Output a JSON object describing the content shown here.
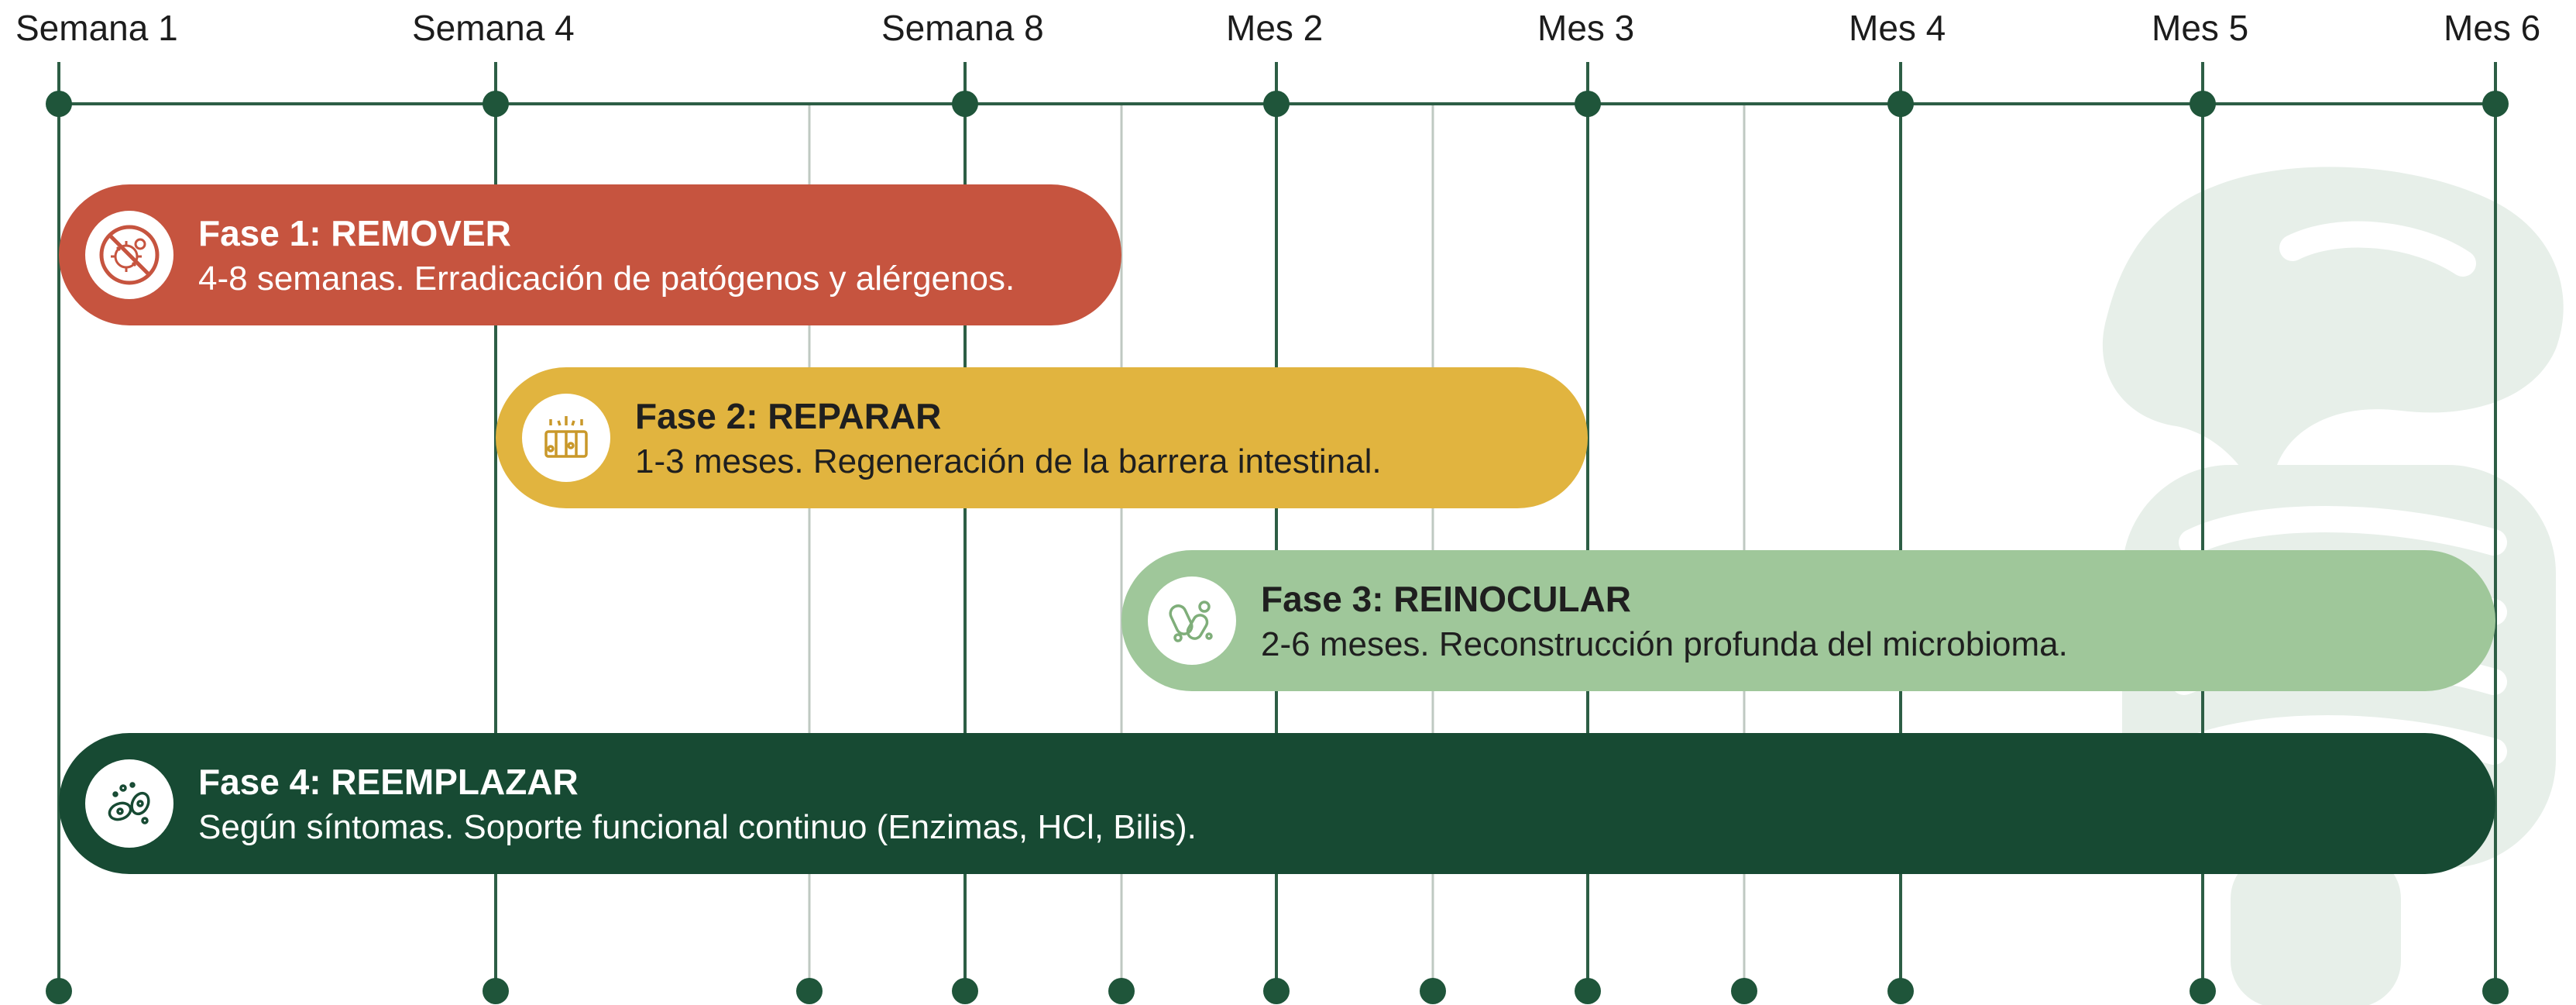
{
  "timeline": {
    "labels": [
      "Semana 1",
      "Semana 4",
      "Semana 8",
      "Mes 2",
      "Mes 3",
      "Mes 4",
      "Mes 5",
      "Mes 6"
    ]
  },
  "phases": [
    {
      "title": "Fase 1: REMOVER",
      "description": "4-8 semanas. Erradicación de patógenos y alérgenos.",
      "color": "#c6543f",
      "icon": "no-pathogen-icon"
    },
    {
      "title": "Fase 2: REPARAR",
      "description": "1-3 meses. Regeneración de la barrera intestinal.",
      "color": "#e1b43f",
      "icon": "intestinal-barrier-icon"
    },
    {
      "title": "Fase 3: REINOCULAR",
      "description": "2-6 meses. Reconstrucción profunda del microbioma.",
      "color": "#9fc79a",
      "icon": "bacteria-icon"
    },
    {
      "title": "Fase 4: REEMPLAZAR",
      "description": "Según síntomas. Soporte funcional continuo (Enzimas, HCl, Bilis).",
      "color": "#174a33",
      "icon": "enzyme-cells-icon"
    }
  ],
  "colors": {
    "line": "#2d5e45",
    "grid": "#b8c4bc",
    "watermark": "#e8f0ea"
  }
}
